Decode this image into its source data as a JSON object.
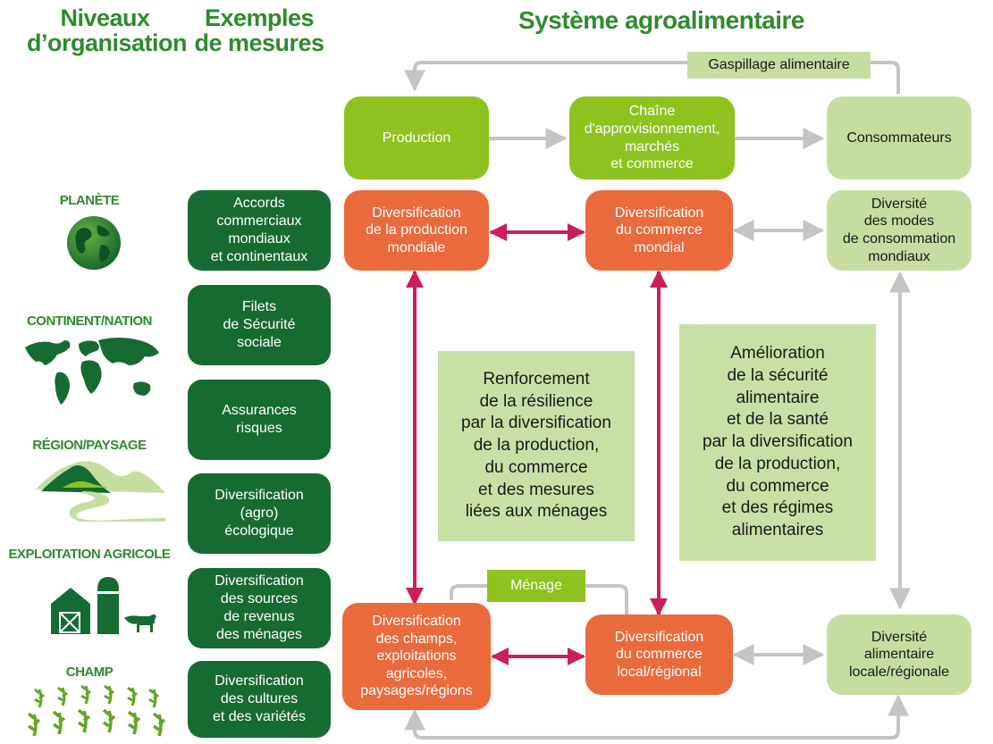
{
  "headers": {
    "levels": [
      "Niveaux",
      "d’organisation"
    ],
    "measures": [
      "Exemples",
      "de mesures"
    ],
    "system": "Système agroalimentaire"
  },
  "levels": [
    {
      "label": "PLANÈTE",
      "icon": "globe-icon"
    },
    {
      "label": "CONTINENT/NATION",
      "icon": "world-map-icon"
    },
    {
      "label": "RÉGION/PAYSAGE",
      "icon": "landscape-icon"
    },
    {
      "label": "EXPLOITATION AGRICOLE",
      "icon": "farm-icon"
    },
    {
      "label": "CHAMP",
      "icon": "crop-field-icon"
    }
  ],
  "measures": [
    "Accords\ncommerciaux\nmondiaux\net continentaux",
    "Filets\nde Sécurité\nsociale",
    "Assurances\nrisques",
    "Diversification\n(agro)\nécologique",
    "Diversification\ndes sources\nde revenus\ndes ménages",
    "Diversification\ndes cultures\net des variétés"
  ],
  "system": {
    "food_waste": "Gaspillage alimentaire",
    "production": "Production",
    "supply_chain": "Chaîne\nd'approvisionnement,\nmarchés\net commerce",
    "consumers": "Consommateurs",
    "global_production": "Diversification\nde la production\nmondiale",
    "global_trade": "Diversification\ndu commerce\nmondial",
    "global_consumption": "Diversité\ndes modes\nde consommation\nmondiaux",
    "resilience_panel": "Renforcement\nde la résilience\npar la diversification\nde la production,\ndu commerce\net des mesures\nliées aux ménages",
    "food_security_panel": "Amélioration\nde la sécurité\nalimentaire\net de la santé\npar la diversification\nde la production,\ndu commerce\net des régimes\nalimentaires",
    "household": "Ménage",
    "local_fields": "Diversification\ndes champs,\nexploitations\nagricoles,\npaysages/régions",
    "local_trade": "Diversification\ndu commerce\nlocal/régional",
    "local_diet": "Diversité\nalimentaire\nlocale/régionale"
  },
  "colors": {
    "dark_green": "#166b32",
    "light_green": "#8ec31f",
    "pale_green": "#c5dea0",
    "orange": "#ea6a3c",
    "magenta": "#cc1f5a",
    "grey_arrow": "#c4c4c4"
  }
}
